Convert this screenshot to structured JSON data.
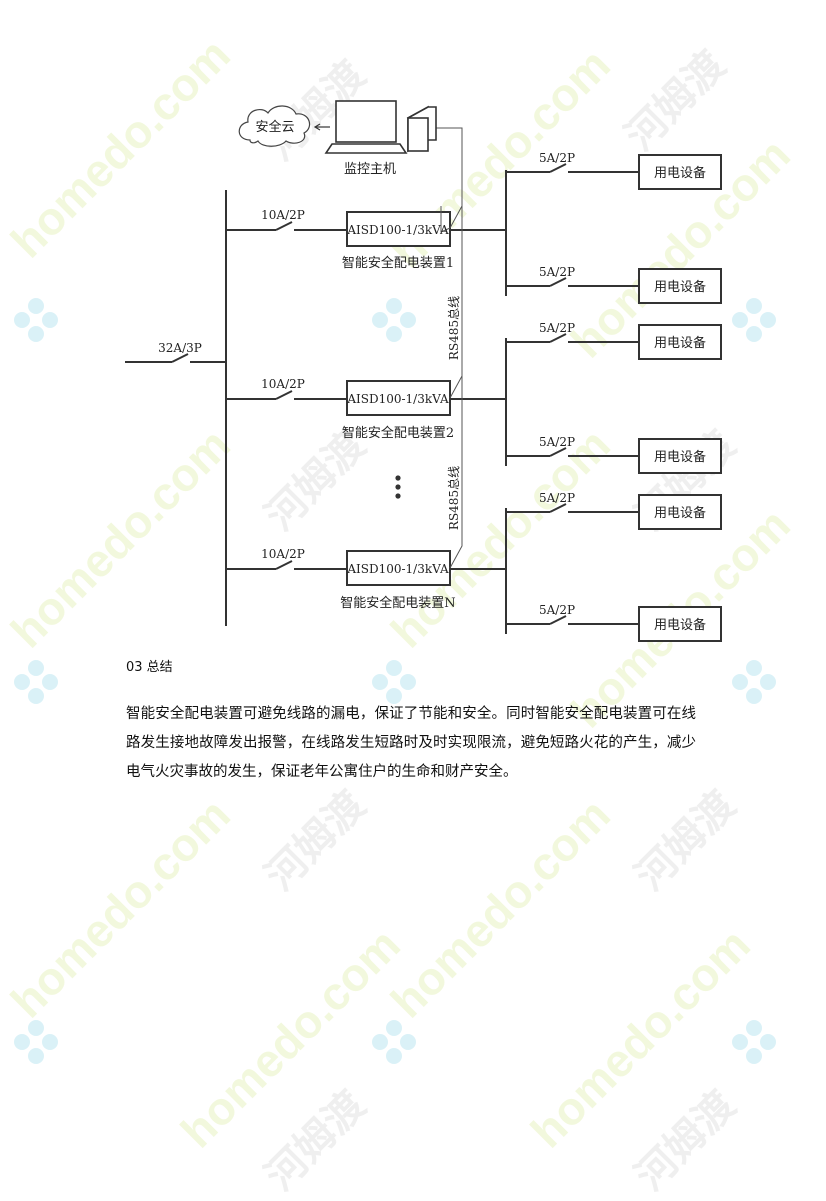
{
  "diagram": {
    "cloud_label": "安全云",
    "host_label": "监控主机",
    "main_breaker": "32A/3P",
    "bus_label": "RS485总线",
    "devices": [
      {
        "breaker": "10A/2P",
        "box": "AISD100-1/3kVA",
        "name": "智能安全配电装置1",
        "outputs": [
          {
            "breaker": "5A/2P",
            "load": "用电设备"
          },
          {
            "breaker": "5A/2P",
            "load": "用电设备"
          }
        ]
      },
      {
        "breaker": "10A/2P",
        "box": "AISD100-1/3kVA",
        "name": "智能安全配电装置2",
        "outputs": [
          {
            "breaker": "5A/2P",
            "load": "用电设备"
          },
          {
            "breaker": "5A/2P",
            "load": "用电设备"
          }
        ]
      },
      {
        "breaker": "10A/2P",
        "box": "AISD100-1/3kVA",
        "name": "智能安全配电装置N",
        "outputs": [
          {
            "breaker": "5A/2P",
            "load": "用电设备"
          },
          {
            "breaker": "5A/2P",
            "load": "用电设备"
          }
        ]
      }
    ]
  },
  "section": {
    "heading": "03 总结",
    "paragraph": "智能安全配电装置可避免线路的漏电，保证了节能和安全。同时智能安全配电装置可在线路发生接地故障发出报警，在线路发生短路时及时实现限流，避免短路火花的产生，减少电气火灾事故的发生，保证老年公寓住户的生命和财产安全。"
  },
  "watermark": {
    "text_en": "homedo.com",
    "text_cn": "河姆渡",
    "color_en": "#e8f3c2",
    "color_cn": "#e3e3e3",
    "flower_color": "#b6e4f0"
  }
}
